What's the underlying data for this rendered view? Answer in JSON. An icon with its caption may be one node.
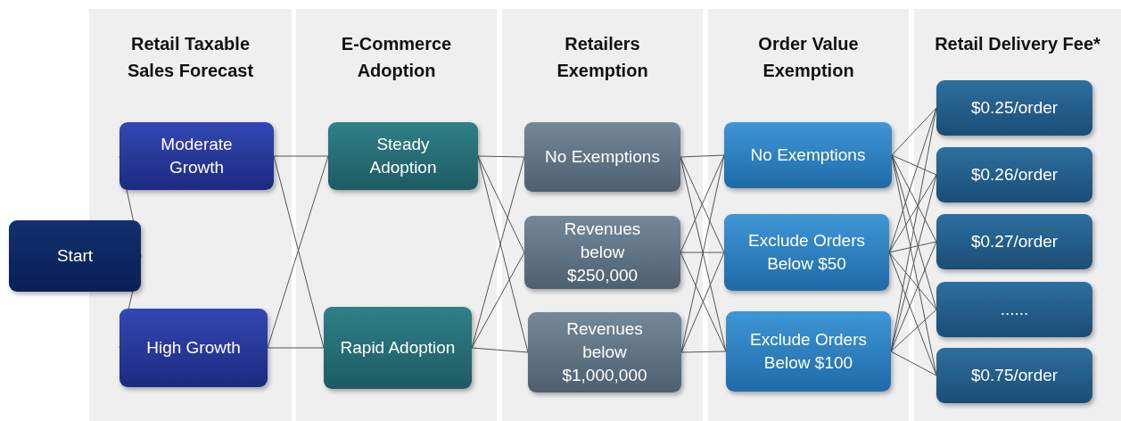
{
  "diagram": {
    "nodes": [
      {
        "text": [
          "Start"
        ]
      },
      {
        "text": [
          "Retail Taxable Sales Forecast"
        ]
      },
      {
        "text": [
          "Moderate Growth"
        ],
        "in": 1
      },
      {
        "text": [
          "High Growth"
        ],
        "in": 1
      },
      {
        "text": [
          "E-Commerce Adoption"
        ]
      },
      {
        "text": [
          "Steady Adoption"
        ],
        "in": 4
      },
      {
        "text": [
          "Rapid Adoption"
        ],
        "in": 4
      },
      {
        "text": [
          "Retailers Exemption"
        ]
      },
      {
        "text": [
          "No Exemptions"
        ],
        "in": 7
      },
      {
        "text": [
          "Revenues below $250,000"
        ],
        "in": 7
      },
      {
        "text": [
          "Revenues below $1,000,000"
        ],
        "in": 7
      },
      {
        "text": [
          "Order Value Exemption"
        ]
      },
      {
        "text": [
          "No Exemptions"
        ],
        "in": 11
      },
      {
        "text": [
          "Exclude Orders Below $50"
        ],
        "in": 11
      },
      {
        "text": [
          "Exclude Orders Below $100"
        ],
        "in": 11
      },
      {
        "text": [
          "Retail Delivery Fee*"
        ]
      },
      {
        "text": [
          "$0.25/order"
        ],
        "in": 15
      },
      {
        "text": [
          "$0.26/order"
        ],
        "in": 15
      },
      {
        "text": [
          "$0.27/order"
        ],
        "in": 15
      },
      {
        "text": [
          "......"
        ],
        "in": 15
      },
      {
        "text": [
          "$0.75/order"
        ],
        "in": 15
      }
    ],
    "edges": [
      {
        "from": 0,
        "to": 2,
        "arrow": "none"
      },
      {
        "from": 0,
        "to": 3,
        "arrow": "none"
      },
      {
        "from": 2,
        "to": 5,
        "arrow": "none"
      },
      {
        "from": 2,
        "to": 6,
        "arrow": "none"
      },
      {
        "from": 3,
        "to": 5,
        "arrow": "none"
      },
      {
        "from": 3,
        "to": 6,
        "arrow": "none"
      },
      {
        "from": 5,
        "to": 8,
        "arrow": "none"
      },
      {
        "from": 5,
        "to": 9,
        "arrow": "none"
      },
      {
        "from": 5,
        "to": 10,
        "arrow": "none"
      },
      {
        "from": 6,
        "to": 8,
        "arrow": "none"
      },
      {
        "from": 6,
        "to": 9,
        "arrow": "none"
      },
      {
        "from": 6,
        "to": 10,
        "arrow": "none"
      },
      {
        "from": 8,
        "to": 12,
        "arrow": "none"
      },
      {
        "from": 8,
        "to": 13,
        "arrow": "none"
      },
      {
        "from": 8,
        "to": 14,
        "arrow": "none"
      },
      {
        "from": 9,
        "to": 12,
        "arrow": "none"
      },
      {
        "from": 9,
        "to": 13,
        "arrow": "none"
      },
      {
        "from": 9,
        "to": 14,
        "arrow": "none"
      },
      {
        "from": 10,
        "to": 12,
        "arrow": "none"
      },
      {
        "from": 10,
        "to": 13,
        "arrow": "none"
      },
      {
        "from": 10,
        "to": 14,
        "arrow": "none"
      },
      {
        "from": 12,
        "to": 16,
        "arrow": "none"
      },
      {
        "from": 12,
        "to": 17,
        "arrow": "none"
      },
      {
        "from": 12,
        "to": 18,
        "arrow": "none"
      },
      {
        "from": 12,
        "to": 19,
        "arrow": "none"
      },
      {
        "from": 12,
        "to": 20,
        "arrow": "none"
      },
      {
        "from": 13,
        "to": 16,
        "arrow": "none"
      },
      {
        "from": 13,
        "to": 17,
        "arrow": "none"
      },
      {
        "from": 13,
        "to": 18,
        "arrow": "none"
      },
      {
        "from": 13,
        "to": 19,
        "arrow": "none"
      },
      {
        "from": 13,
        "to": 20,
        "arrow": "none"
      },
      {
        "from": 14,
        "to": 16,
        "arrow": "none"
      },
      {
        "from": 14,
        "to": 17,
        "arrow": "none"
      },
      {
        "from": 14,
        "to": 18,
        "arrow": "none"
      },
      {
        "from": 14,
        "to": 19,
        "arrow": "none"
      },
      {
        "from": 14,
        "to": 20,
        "arrow": "none"
      }
    ]
  }
}
